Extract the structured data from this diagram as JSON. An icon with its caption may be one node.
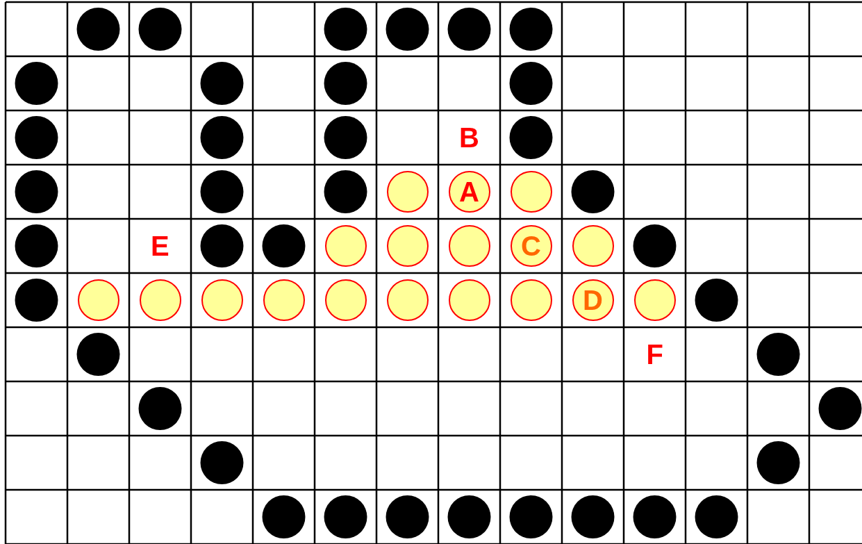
{
  "diagram": {
    "nodes": [
      {
        "text": [],
        "shape": "circle"
      },
      {
        "text": [
          "A"
        ]
      },
      {
        "text": [],
        "shape": "circle"
      },
      {
        "text": [],
        "shape": "circle"
      },
      {
        "text": [],
        "shape": "circle"
      },
      {
        "text": [],
        "shape": "circle"
      },
      {
        "text": [
          "C"
        ]
      },
      {
        "text": [],
        "shape": "circle"
      },
      {
        "text": [],
        "shape": "circle"
      },
      {
        "text": [],
        "shape": "circle"
      },
      {
        "text": [],
        "shape": "circle"
      },
      {
        "text": [],
        "shape": "circle"
      },
      {
        "text": [],
        "shape": "circle"
      },
      {
        "text": [],
        "shape": "circle"
      },
      {
        "text": [],
        "shape": "circle"
      },
      {
        "text": [],
        "shape": "circle"
      },
      {
        "text": [
          "D"
        ]
      },
      {
        "text": [],
        "shape": "circle"
      }
    ],
    "labels": [
      "B",
      "E",
      "F"
    ]
  }
}
